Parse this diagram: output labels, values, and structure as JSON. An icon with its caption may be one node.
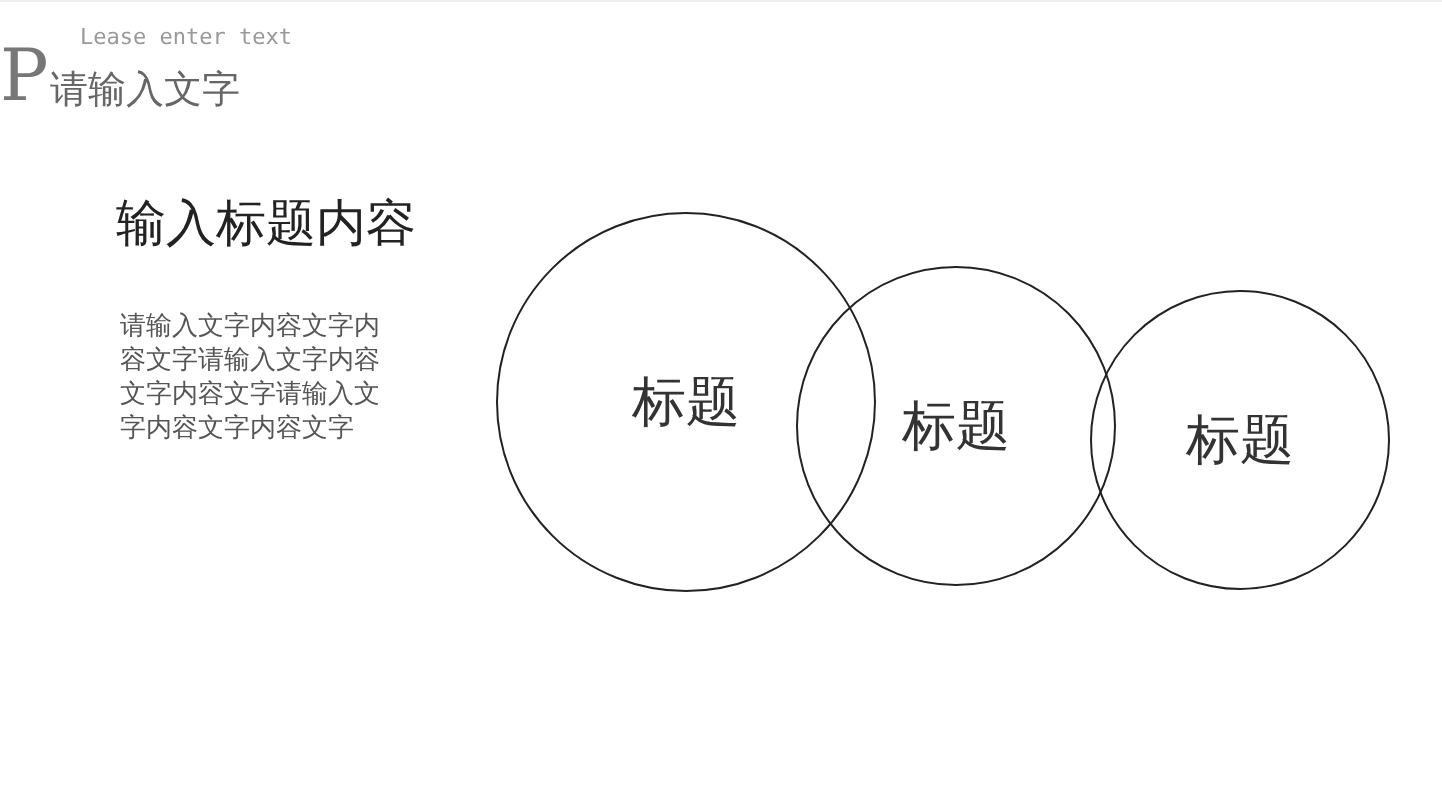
{
  "diagram": {
    "nodes": [
      {
        "text": [
          "标题"
        ]
      },
      {
        "text": [
          "标题"
        ]
      },
      {
        "text": [
          "标题"
        ]
      }
    ],
    "edges": [],
    "labels": [
      "Lease enter text",
      "P",
      "请输入文字",
      "输入标题内容",
      "请输入文字内容文字内容文字请输入文字内容文字内容文字请输入文字内容文字内容文字"
    ]
  }
}
